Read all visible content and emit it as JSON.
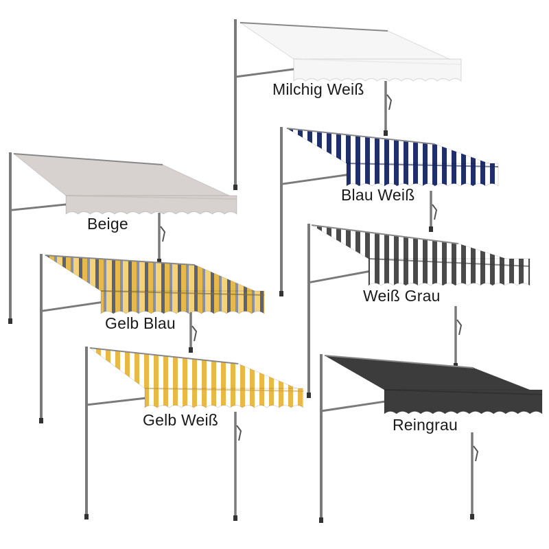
{
  "awnings": [
    {
      "label": "Milchig Weiß",
      "pattern": "solid",
      "colors": [
        "#f6f6f6"
      ],
      "shade": "#e6e6e6"
    },
    {
      "label": "Beige",
      "pattern": "solid",
      "colors": [
        "#d7d2cf"
      ],
      "shade": "#c4bdb9"
    },
    {
      "label": "Blau Weiß",
      "pattern": "stripes",
      "colors": [
        "#1f2f6b",
        "#ffffff"
      ],
      "shade": "#1a2650"
    },
    {
      "label": "Gelb Blau",
      "pattern": "multistripe",
      "colors": [
        "#e7b84a",
        "#8a8fa3",
        "#f2d27a",
        "#5d6377"
      ],
      "shade": "#7b6a3c"
    },
    {
      "label": "Weiß Grau",
      "pattern": "stripes",
      "colors": [
        "#4a4a4a",
        "#ffffff"
      ],
      "shade": "#3a3a3a"
    },
    {
      "label": "Gelb Weiß",
      "pattern": "stripes",
      "colors": [
        "#eab844",
        "#ffffff"
      ],
      "shade": "#caa04a"
    },
    {
      "label": "Reingrau",
      "pattern": "solid",
      "colors": [
        "#3c3c3c"
      ],
      "shade": "#2a2a2a"
    }
  ],
  "pole_color": "#7a7a7a"
}
